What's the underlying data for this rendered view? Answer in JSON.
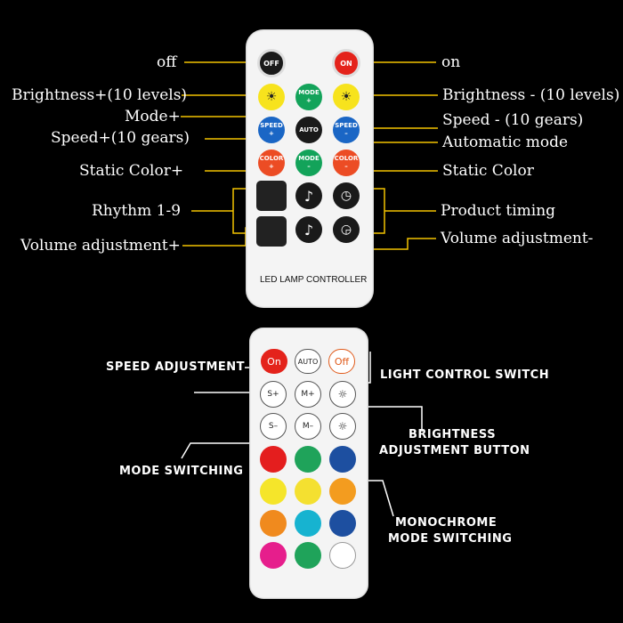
{
  "remote1": {
    "title": "LED LAMP CONTROLLER",
    "buttons": {
      "off": "OFF",
      "on": "ON",
      "mode_plus": "MODE\n+",
      "speed_plus": "SPEED\n+",
      "auto": "AUTO",
      "speed_minus": "SPEED\n–",
      "color_plus": "COLOR\n+",
      "mode_minus": "MODE\n–",
      "color_minus": "COLOR\n–"
    }
  },
  "labels_top": {
    "off": "off",
    "on": "on",
    "brightness_plus": "Brightness+(10 levels)",
    "brightness_minus": "Brightness - (10 levels)",
    "mode_plus": "Mode+",
    "speed_minus": "Speed - (10 gears)",
    "speed_plus": "Speed+(10 gears)",
    "automatic": "Automatic mode",
    "static_plus": "Static Color+",
    "static": "Static Color",
    "rhythm": "Rhythm 1-9",
    "timing": "Product timing",
    "volume_plus": "Volume adjustment+",
    "volume_minus": "Volume adjustment-"
  },
  "remote2": {
    "buttons": {
      "on": "On",
      "auto": "AUTO",
      "off": "Off",
      "s_plus": "S+",
      "m_plus": "M+",
      "s_minus": "S–",
      "m_minus": "M–"
    },
    "colors": [
      "#e41e1e",
      "#1fa35a",
      "#1d4fa0",
      "#f5e52a",
      "#f4e030",
      "#f39c1f",
      "#f08a1e",
      "#17b3d0",
      "#1d4fa0",
      "#e61e8c",
      "#1fa35a",
      "#ffffff"
    ]
  },
  "labels_bottom": {
    "speed_adjustment": "SPEED ADJUSTMENT",
    "light_control": "LIGHT CONTROL SWITCH",
    "brightness_line1": "BRIGHTNESS",
    "brightness_line2": "ADJUSTMENT BUTTON",
    "mode_switching": "MODE SWITCHING",
    "mono_line1": "MONOCHROME",
    "mono_line2": "MODE SWITCHING"
  },
  "colors": {
    "accent_line": "#f2c200",
    "white_line": "#ffffff"
  }
}
